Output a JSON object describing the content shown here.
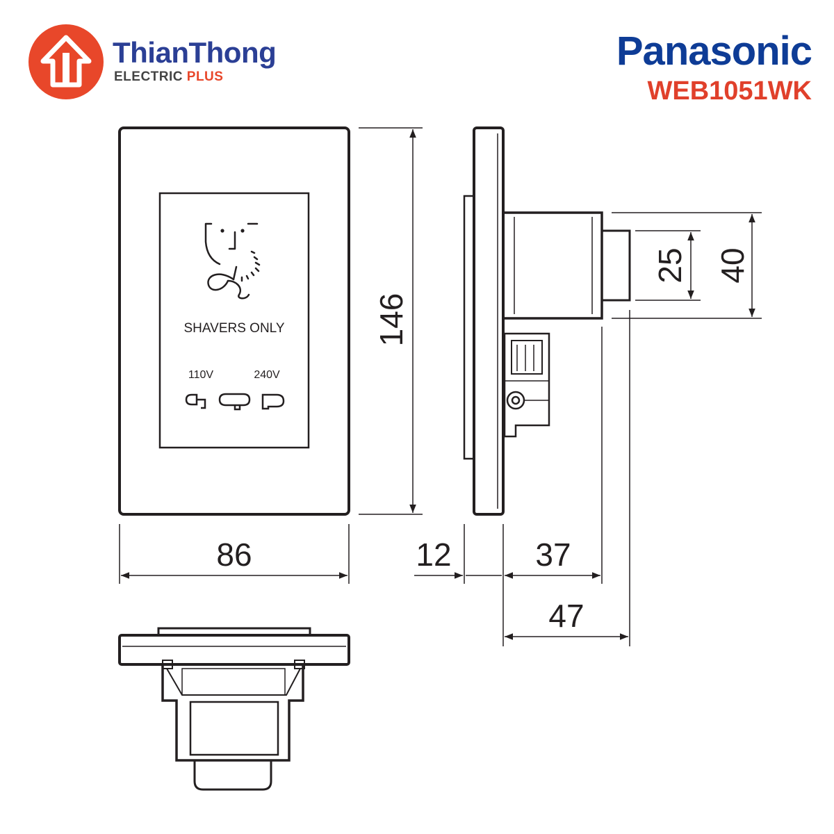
{
  "brand": {
    "name": "ThianThong",
    "tagline_main": "ELECTRIC",
    "tagline_accent": "PLUS",
    "logo_color": "#e8472a",
    "name_color": "#2b3f95"
  },
  "manufacturer": {
    "name": "Panasonic",
    "color": "#0e3c96"
  },
  "product": {
    "model": "WEB1051WK",
    "model_color": "#e0402b"
  },
  "front_view": {
    "label": "SHAVERS ONLY",
    "voltage_left": "110V",
    "voltage_right": "240V"
  },
  "dimensions": {
    "width": "86",
    "height": "146",
    "plate_depth": "12",
    "body_depth": "37",
    "total_depth": "47",
    "inner_height": "25",
    "outer_height": "40"
  },
  "line_color": "#231f20"
}
